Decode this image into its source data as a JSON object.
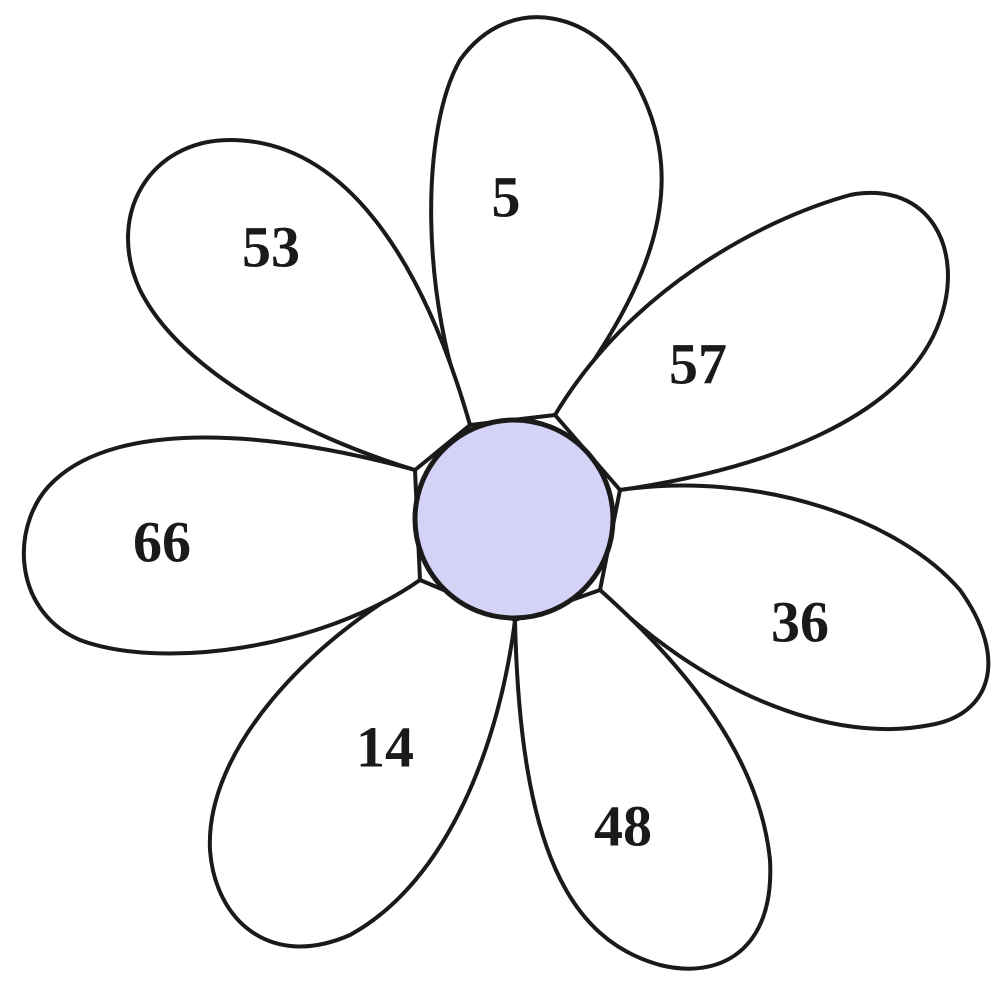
{
  "flower": {
    "center_color": "#d4d2f7",
    "petals": [
      {
        "id": "top",
        "label": "5"
      },
      {
        "id": "upper-right",
        "label": "57"
      },
      {
        "id": "lower-right",
        "label": "36"
      },
      {
        "id": "bottom-right",
        "label": "48"
      },
      {
        "id": "bottom-left",
        "label": "14"
      },
      {
        "id": "left",
        "label": "66"
      },
      {
        "id": "upper-left",
        "label": "53"
      }
    ]
  }
}
